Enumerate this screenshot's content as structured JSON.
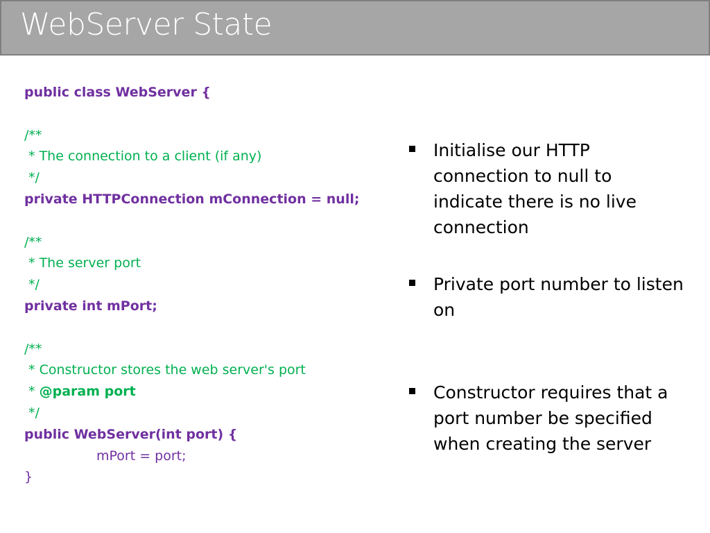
{
  "slide": {
    "title": "WebServer State",
    "code": [
      {
        "text": "public class WebServer {",
        "style": "code"
      },
      {
        "text": "",
        "style": "blank"
      },
      {
        "text": "/**",
        "style": "comment"
      },
      {
        "text": " * The connection to a client (if any)",
        "style": "comment"
      },
      {
        "text": " */",
        "style": "comment"
      },
      {
        "text": "private HTTPConnection mConnection = null;",
        "style": "code"
      },
      {
        "text": "",
        "style": "blank"
      },
      {
        "text": "/**",
        "style": "comment"
      },
      {
        "text": " * The server port",
        "style": "comment"
      },
      {
        "text": " */",
        "style": "comment"
      },
      {
        "text": "private int mPort;",
        "style": "code"
      },
      {
        "text": "",
        "style": "blank"
      },
      {
        "text": "/**",
        "style": "comment"
      },
      {
        "text": " * Constructor stores the web server's port",
        "style": "comment"
      },
      {
        "text": " * @param port",
        "style": "tag"
      },
      {
        "text": " */",
        "style": "comment"
      },
      {
        "text": "public WebServer(int port) {",
        "style": "code"
      },
      {
        "text": "\t\tmPort = port;",
        "style": "body"
      },
      {
        "text": "}",
        "style": "body"
      }
    ],
    "bullets": [
      "Initialise our HTTP connection to null to indicate there is no live connection",
      "Private port number to listen on",
      "Constructor requires that a port number be specified when creating the server"
    ]
  },
  "colors": {
    "title_bar": "#a6a6a6",
    "title_text": "#ffffff",
    "code_keyword": "#7030a0",
    "code_comment": "#00b050"
  }
}
